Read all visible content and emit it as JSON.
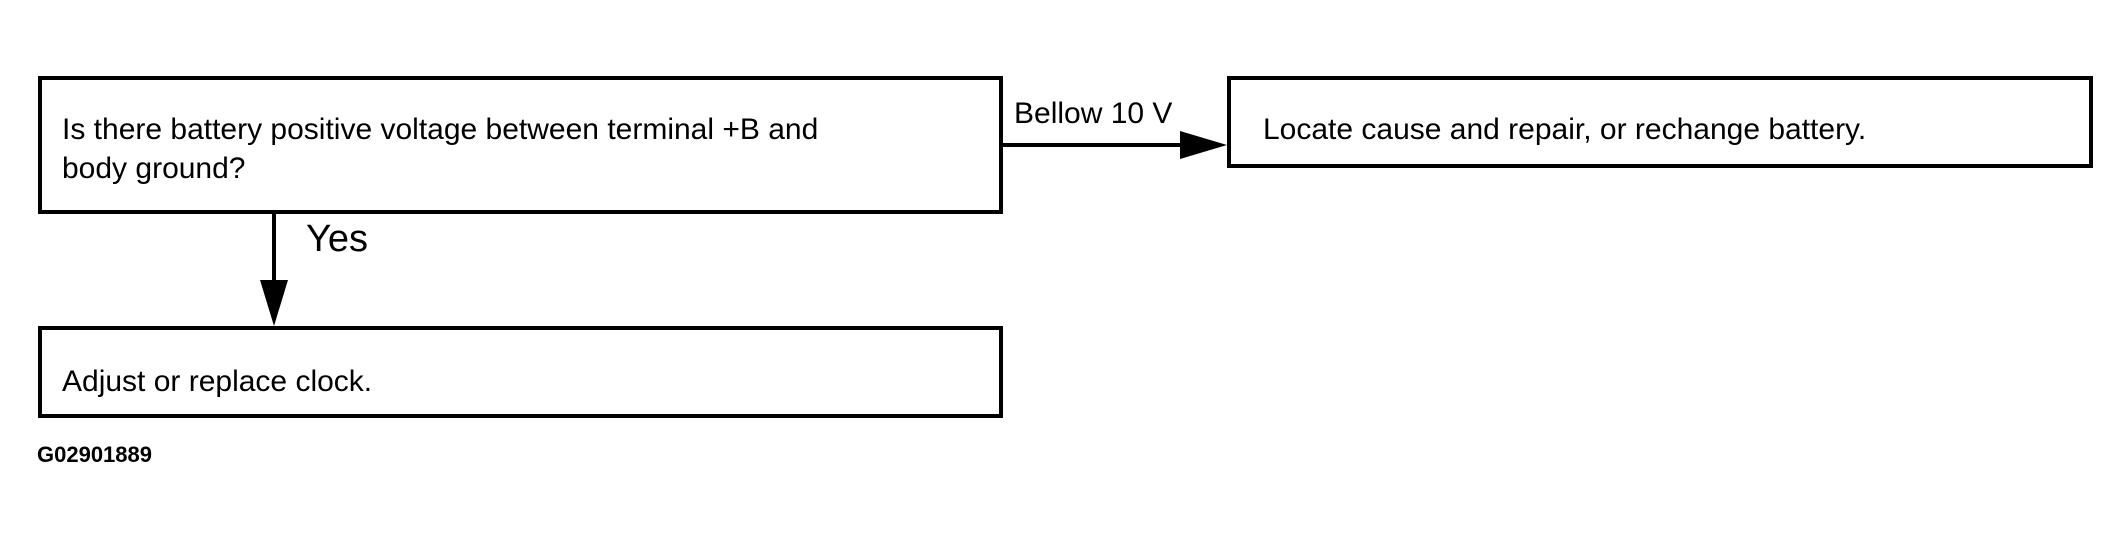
{
  "nodes": {
    "question": {
      "text": "Is there battery positive voltage between terminal +B and\nbody ground?"
    },
    "locate": {
      "text": "Locate cause and repair, or rechange battery."
    },
    "adjust": {
      "text": "Adjust or replace clock."
    }
  },
  "edges": {
    "bellow": {
      "label": "Bellow 10 V",
      "from": "question",
      "to": "locate"
    },
    "yes": {
      "label": "Yes",
      "from": "question",
      "to": "adjust"
    }
  },
  "figure_id": "G02901889",
  "colors": {
    "stroke": "#000000",
    "background": "#ffffff"
  }
}
